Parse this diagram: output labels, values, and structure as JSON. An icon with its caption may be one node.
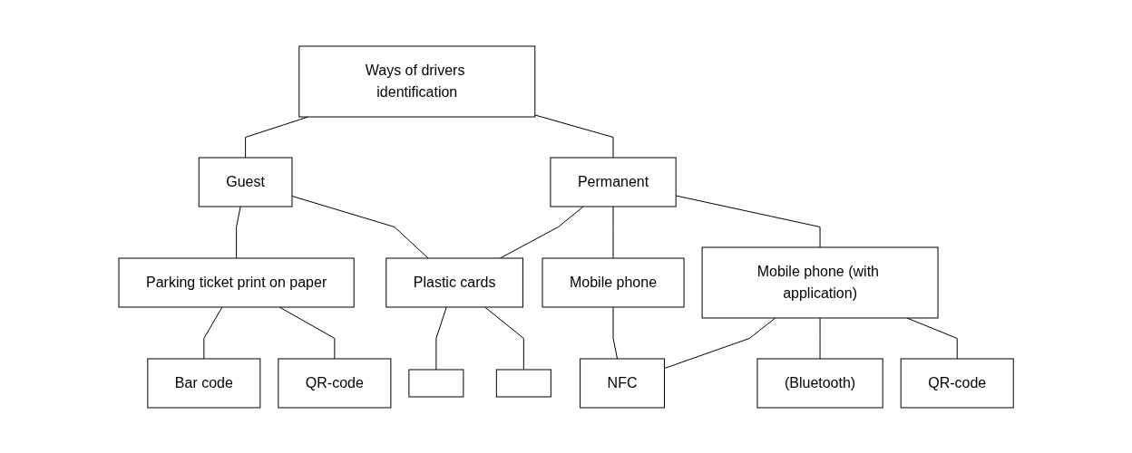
{
  "diagram": {
    "nodes": [
      {
        "text": [
          "Ways of drivers identification"
        ]
      },
      {
        "text": [
          "Guest"
        ]
      },
      {
        "text": [
          "Permanent"
        ]
      },
      {
        "text": [
          "Parking ticket print on paper"
        ]
      },
      {
        "text": [
          "Plastic cards"
        ]
      },
      {
        "text": [
          "Mobile phone"
        ]
      },
      {
        "text": [
          "Mobile phone (with application)"
        ]
      },
      {
        "text": [
          "Bar code"
        ]
      },
      {
        "text": [
          "QR-code"
        ]
      },
      {
        "text": [],
        "shape": "box"
      },
      {
        "text": [],
        "shape": "box"
      },
      {
        "text": [
          "NFC"
        ]
      },
      {
        "text": [
          "(Bluetooth)"
        ]
      },
      {
        "text": [
          "QR-code"
        ]
      }
    ],
    "edges": [
      {
        "from": 0,
        "to": 1,
        "arrow": "none"
      },
      {
        "from": 0,
        "to": 2,
        "arrow": "none"
      },
      {
        "from": 1,
        "to": 3,
        "arrow": "none"
      },
      {
        "from": 1,
        "to": 4,
        "arrow": "none"
      },
      {
        "from": 2,
        "to": 4,
        "arrow": "none"
      },
      {
        "from": 2,
        "to": 5,
        "arrow": "none"
      },
      {
        "from": 2,
        "to": 6,
        "arrow": "none"
      },
      {
        "from": 3,
        "to": 7,
        "arrow": "none"
      },
      {
        "from": 3,
        "to": 8,
        "arrow": "none"
      },
      {
        "from": 4,
        "to": 9,
        "arrow": "none"
      },
      {
        "from": 4,
        "to": 10,
        "arrow": "none"
      },
      {
        "from": 5,
        "to": 11,
        "arrow": "none"
      },
      {
        "from": 6,
        "to": 11,
        "arrow": "none"
      },
      {
        "from": 6,
        "to": 12,
        "arrow": "none"
      },
      {
        "from": 6,
        "to": 13,
        "arrow": "none"
      }
    ]
  }
}
